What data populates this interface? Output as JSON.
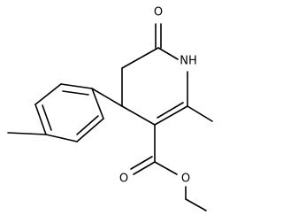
{
  "molecule": {
    "atoms": {
      "carbonyl_oxygen": "O",
      "ring_nh": "NH",
      "ester_carbonyl_oxygen": "O",
      "ester_ether_oxygen": "O"
    }
  }
}
